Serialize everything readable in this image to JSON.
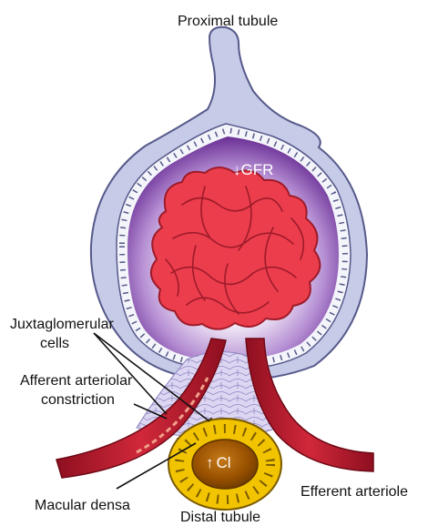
{
  "labels": {
    "proximal_tubule": "Proximal tubule",
    "gfr": "GFR",
    "gfr_arrow": "↓",
    "juxtaglomerular_line1": "Juxtaglomerular",
    "juxtaglomerular_line2": "cells",
    "afferent_line1": "Afferent arteriolar",
    "afferent_line2": "constriction",
    "macular_densa": "Macular densa",
    "chloride": "Cl",
    "chloride_arrow": "↑",
    "efferent_arteriole": "Efferent arteriole",
    "distal_tubule": "Distal tubule"
  },
  "colors": {
    "tubule": "#c8cde9",
    "tubule_outline": "#5b5f8a",
    "capsule_space_center": "#ffffff",
    "capsule_space_edge": "#7b3fa0",
    "glomerulus": "#ec3d4c",
    "glomerulus_lines": "#9e1b2a",
    "arteriole": "#b5172b",
    "arteriole_highlight": "#e86a5c",
    "cell_mass": "#d9d4f0",
    "distal_tubule_wall": "#e8b800",
    "distal_lumen": "#8a4a00"
  }
}
